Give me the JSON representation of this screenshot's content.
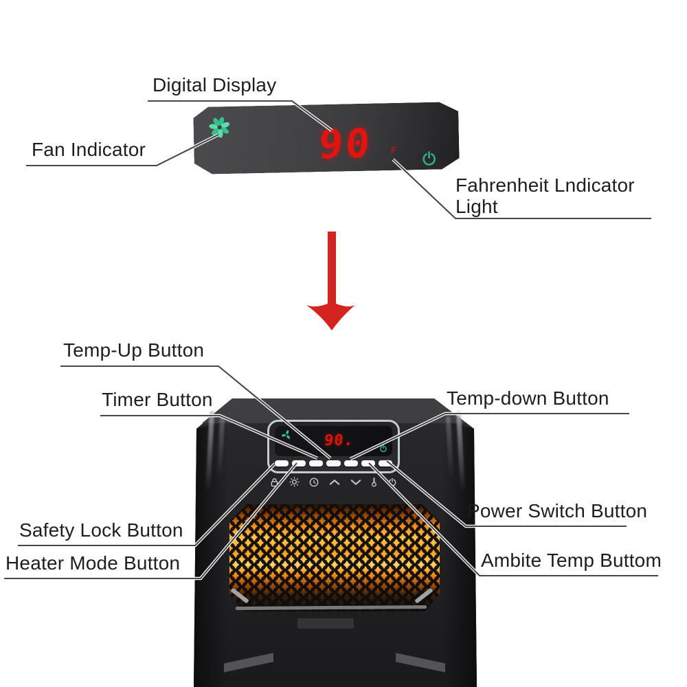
{
  "diagram_title": "heater control panel callout diagram",
  "top_panel": {
    "display_value": "90",
    "fahrenheit_mark": "F",
    "fan_icon": "fan-indicator-icon",
    "power_icon": "power-indicator-icon",
    "panel_color": "#424245",
    "digit_color": "#e31410",
    "indicator_green": "#2fae7e"
  },
  "callouts": {
    "digital_display": "Digital Display",
    "fan_indicator": "Fan Indicator",
    "fahrenheit_indicator": "Fahrenheit Lndicator Light",
    "temp_up": "Temp-Up Button",
    "timer": "Timer Button",
    "temp_down": "Temp-down Button",
    "safety_lock": "Safety Lock Button",
    "heater_mode": "Heater Mode Button",
    "power_switch": "Power Switch Button",
    "ambient_temp": "Ambite Temp Buttom"
  },
  "arrow": {
    "direction": "down",
    "color": "#d4241e"
  },
  "heater": {
    "display_value": "90.",
    "button_count": 7,
    "button_icons": [
      "lock-icon",
      "sun-icon",
      "clock-icon",
      "chevron-up-icon",
      "chevron-down-icon",
      "thermometer-icon",
      "power-icon"
    ],
    "line_color": "#454545",
    "body_color": "#222224",
    "glow_colors": [
      "#ffd86e",
      "#f9a21e",
      "#ef8c17",
      "#8a3d06"
    ]
  }
}
